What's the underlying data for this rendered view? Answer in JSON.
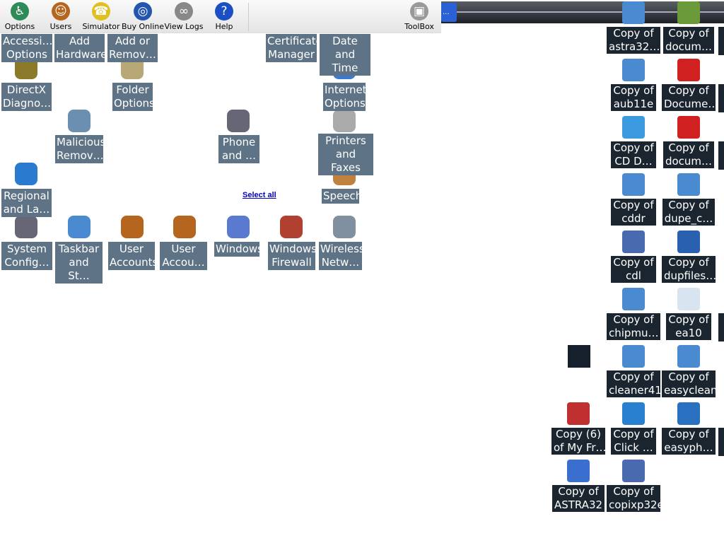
{
  "toolbar": {
    "items": [
      {
        "label": "Options",
        "icon": "accessibility-icon",
        "color": "#2e8b57"
      },
      {
        "label": "Users",
        "icon": "users-icon",
        "color": "#b5651d"
      },
      {
        "label": "Simulator",
        "icon": "phone-icon",
        "color": "#e0c020"
      },
      {
        "label": "Buy Online",
        "icon": "globe-key-icon",
        "color": "#2456b0"
      },
      {
        "label": "View Logs",
        "icon": "binoculars-icon",
        "color": "#888888"
      },
      {
        "label": "Help",
        "icon": "help-icon",
        "color": "#1d4fc4"
      },
      {
        "label": "ToolBox",
        "icon": "toolbox-icon",
        "color": "#999999"
      }
    ]
  },
  "taskbar": {
    "button_label": "..."
  },
  "control_panel": {
    "select_all": "Select all",
    "items": [
      {
        "label": "Accessi… Options",
        "icon": "accessibility-icon"
      },
      {
        "label": "Add Hardware",
        "icon": "hardware-icon"
      },
      {
        "label": "Add or Remov…",
        "icon": "programs-icon"
      },
      {
        "label": "Certificate Manager",
        "icon": "certificate-icon"
      },
      {
        "label": "Date and Time",
        "icon": "clock-icon"
      },
      {
        "label": "DirectX Diagno…",
        "icon": "directx-icon"
      },
      {
        "label": "Folder Options",
        "icon": "folder-icon"
      },
      {
        "label": "Internet Options",
        "icon": "internet-icon"
      },
      {
        "label": "Malicious Remov…",
        "icon": "malware-icon"
      },
      {
        "label": "Phone and …",
        "icon": "modem-icon"
      },
      {
        "label": "Printers and Faxes",
        "icon": "printer-icon"
      },
      {
        "label": "Regional and La…",
        "icon": "globe-icon"
      },
      {
        "label": "Speech",
        "icon": "speech-icon"
      },
      {
        "label": "System Config…",
        "icon": "system-icon"
      },
      {
        "label": "Taskbar and St…",
        "icon": "taskbar-icon"
      },
      {
        "label": "User Accounts",
        "icon": "users-icon"
      },
      {
        "label": "User Accou…",
        "icon": "users-icon"
      },
      {
        "label": "Windows",
        "icon": "windows-icon"
      },
      {
        "label": "Windows Firewall",
        "icon": "firewall-icon"
      },
      {
        "label": "Wireless Netw…",
        "icon": "wireless-icon"
      }
    ]
  },
  "desktop": {
    "col1": [
      {
        "line1": "Copy (6)",
        "line2": "of My Fr…",
        "icon": "shield-icon",
        "color": "#c03030"
      },
      {
        "line1": "Copy of",
        "line2": "ASTRA32",
        "icon": "astra-icon",
        "color": "#3a6fd0"
      }
    ],
    "col2": [
      {
        "line1": "Copy of",
        "line2": "astra32…",
        "icon": "installer-icon",
        "color": "#4a8ad0"
      },
      {
        "line1": "Copy of",
        "line2": "aub11e",
        "icon": "installer-icon",
        "color": "#4a8ad0"
      },
      {
        "line1": "Copy of",
        "line2": "CD D…",
        "icon": "cd-icon",
        "color": "#3c9be0"
      },
      {
        "line1": "Copy of",
        "line2": "cddr",
        "icon": "installer-icon",
        "color": "#4a8ad0"
      },
      {
        "line1": "Copy of",
        "line2": "cdl",
        "icon": "installer-icon",
        "color": "#4a6ab0"
      },
      {
        "line1": "Copy of",
        "line2": "chipmu…",
        "icon": "installer-icon",
        "color": "#4a8ad0"
      },
      {
        "line1": "Copy of",
        "line2": "cleaner41",
        "icon": "installer-icon",
        "color": "#4a8ad0"
      },
      {
        "line1": "Copy of",
        "line2": "Click …",
        "icon": "gear-icon",
        "color": "#2a80d0"
      },
      {
        "line1": "Copy of",
        "line2": "copixp32e",
        "icon": "installer-icon",
        "color": "#4a6ab0"
      }
    ],
    "col3": [
      {
        "line1": "Copy of",
        "line2": "docum…",
        "icon": "disc-box-icon",
        "color": "#6a9a3a"
      },
      {
        "line1": "Copy of",
        "line2": "Docume…",
        "icon": "lifebuoy-icon",
        "color": "#d02020"
      },
      {
        "line1": "Copy of",
        "line2": "docum…",
        "icon": "lifebuoy-icon",
        "color": "#d02020"
      },
      {
        "line1": "Copy of",
        "line2": "dupe_c…",
        "icon": "installer-icon",
        "color": "#4a8ad0"
      },
      {
        "line1": "Copy of",
        "line2": "dupfiles…",
        "icon": "app-icon",
        "color": "#2a60b0"
      },
      {
        "line1": "Copy of",
        "line2": "ea10",
        "icon": "window-icon",
        "color": "#d8e4f0"
      },
      {
        "line1": "Copy of",
        "line2": "easyclean",
        "icon": "installer-icon",
        "color": "#4a8ad0"
      },
      {
        "line1": "Copy of",
        "line2": "easyph…",
        "icon": "dolphin-icon",
        "color": "#2a70c0"
      }
    ]
  }
}
